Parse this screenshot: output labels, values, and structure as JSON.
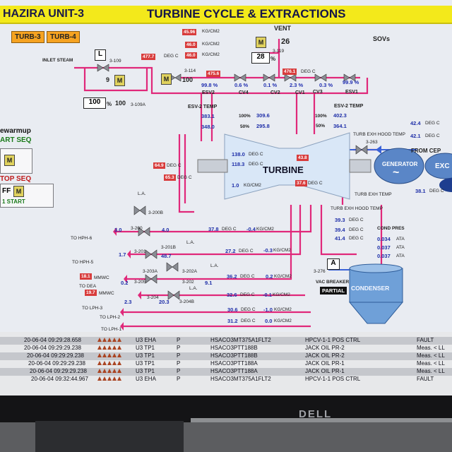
{
  "header": {
    "unit_title": "HAZIRA UNIT-3",
    "main_title": "TURBINE CYCLE & EXTRACTIONS",
    "turb_buttons": [
      "TURB-3",
      "TURB-4"
    ],
    "vent_label": "VENT",
    "sovs_label": "SOVs"
  },
  "left_panel": {
    "prewarmup": "ewarmup",
    "start_seq": "ART SEQ",
    "m_label": "M",
    "stop_seq": "TOP SEQ",
    "off_label": "FF",
    "start_label": "1 START"
  },
  "inlet": {
    "label": "INLET STEAM",
    "l_label": "L",
    "valve_109": "3-109",
    "valve_109a": "3-109A",
    "nine": "9",
    "m": "M",
    "setpoint": "100",
    "pct_sign": "%",
    "out_pct": "100",
    "valve_114": "3-114",
    "out_114": "100",
    "temp_box": "477.7",
    "degc": "DEG C"
  },
  "top_values": {
    "p1": "45.96",
    "p2": "46.0",
    "p3": "46.0",
    "kgcm2": "KG/CM2",
    "vent_value": "26",
    "vent_box": "28",
    "vent_pct": "%",
    "valve_119": "3-119",
    "t1": "475.6",
    "t2": "476.1"
  },
  "valves": {
    "esv2": "ESV2",
    "cv4": "CV4",
    "cv2": "CV2",
    "cv1": "CV1",
    "cv3": "CV3",
    "esv1": "ESV1",
    "pct_esv2": "99.8 %",
    "pct_cv4": "0.6 %",
    "pct_cv2": "0.1 %",
    "pct_cv1": "2.3 %",
    "pct_cv3": "0.3 %",
    "pct_esv1": "99.9 %",
    "esv2_temp": "ESV-2 TEMP",
    "esv2b_temp": "ESV-2 TEMP",
    "v383": "383.1",
    "v348": "348.0",
    "v100a": "100%",
    "v50a": "50%",
    "v309": "309.6",
    "v295": "295.8",
    "v100b": "100%",
    "v50b": "50%",
    "v402": "402.3",
    "v364": "364.1"
  },
  "turbine": {
    "label": "TURBINE",
    "t138": "138.0",
    "t118": "118.3",
    "t10": "1.0",
    "degc": "DEG C",
    "kg": "KG/CM2",
    "red_438": "43.8",
    "red_376": "37.6",
    "red_649": "64.9",
    "red_653": "65.3",
    "exh_hood": "TURB EXH HOOD TEMP",
    "exh_temp": "TURB EXH TEMP",
    "exh_hood2": "TURB EXH HOOD TEMP",
    "v424": "42.4",
    "v421": "42.1",
    "v381": "38.1",
    "valve_263": "3-263",
    "from_cep": "FROM CEP",
    "generator": "GENERATOR",
    "exc": "EXC",
    "gen_symbol": "~"
  },
  "condenser": {
    "label": "CONDENSER",
    "cond_pres": "COND PRES",
    "v393": "39.3",
    "v394": "39.4",
    "v414": "41.4",
    "p034": "0.034",
    "p037": "0.037",
    "p037b": "0.037",
    "ata": "ATA",
    "a_label": "A",
    "vac_breaker": "VAC BREAKER",
    "partial": "PARTIAL",
    "valve_276": "3-276"
  },
  "extractions": {
    "la": "L.A.",
    "valve_200b": "3-200B",
    "valve_200": "3-200",
    "valve_201b": "3-201B",
    "valve_201": "3-201",
    "valve_202a": "3-202A",
    "valve_203a": "3-203A",
    "valve_205": "3-205",
    "valve_202": "3-202",
    "valve_204": "3-204",
    "valve_204b": "3-204B",
    "hph6": "TO HPH-6",
    "hph5": "TO HPH-5",
    "dea": "TO DEA",
    "lph3": "TO LPH-3",
    "lph2": "TO LPH-2",
    "lph1": "TO LPH-1",
    "v30": "3.0",
    "v40": "4.0",
    "v17": "1.7",
    "v487": "48.7",
    "v02": "0.2",
    "v91": "9.1",
    "v23": "2.3",
    "v203": "20.3",
    "mmwc": "MMWC",
    "mmwc_red1": "18.1",
    "mmwc_red2": "19.7",
    "r378": "37.8",
    "r272": "27.2",
    "r362": "36.2",
    "r326": "32.6",
    "r306": "30.6",
    "r312": "31.2",
    "s04": "-0.4",
    "s03": "-0.3",
    "s02": "0.2",
    "s01": "-0.1",
    "s10": "-1.0",
    "s00": "0.0",
    "degc": "DEG C",
    "kg": "KG/CM2"
  },
  "alarms": [
    {
      "time": "20-06-04 09:29:28.658",
      "area": "U3 EHA",
      "p": "P",
      "tag": "HSACO3MT375A1FLT2",
      "desc": "HPCV-1-1 POS CTRL",
      "state": "FAULT"
    },
    {
      "time": "20-06-04 09:29:29.238",
      "area": "U3 TP1",
      "p": "P",
      "tag": "HSACO3PTT188B",
      "desc": "JACK OIL PR-2",
      "state": "Meas. < LL"
    },
    {
      "time": "20-06-04 09:29:29.238",
      "area": "U3 TP1",
      "p": "P",
      "tag": "HSACO3PTT188B",
      "desc": "JACK OIL PR-2",
      "state": "Meas. < LL"
    },
    {
      "time": "20-06-04 09:29:29.238",
      "area": "U3 TP1",
      "p": "P",
      "tag": "HSACO3PTT188A",
      "desc": "JACK OIL PR-1",
      "state": "Meas. < LL"
    },
    {
      "time": "20-06-04 09:29:29.238",
      "area": "U3 TP1",
      "p": "P",
      "tag": "HSACO3PTT188A",
      "desc": "JACK OIL PR-1",
      "state": "Meas. < LL"
    },
    {
      "time": "20-06-04 09:32:44.967",
      "area": "U3 EHA",
      "p": "P",
      "tag": "HSACO3MT375A1FLT2",
      "desc": "HPCV-1-1 POS CTRL",
      "state": "FAULT"
    }
  ],
  "monitor": {
    "brand": "DELL"
  },
  "colors": {
    "pipe": "#e0287a",
    "steam_bar": "#3a62d8",
    "turbine": "#d9e7f7",
    "header": "#f3e91b"
  }
}
